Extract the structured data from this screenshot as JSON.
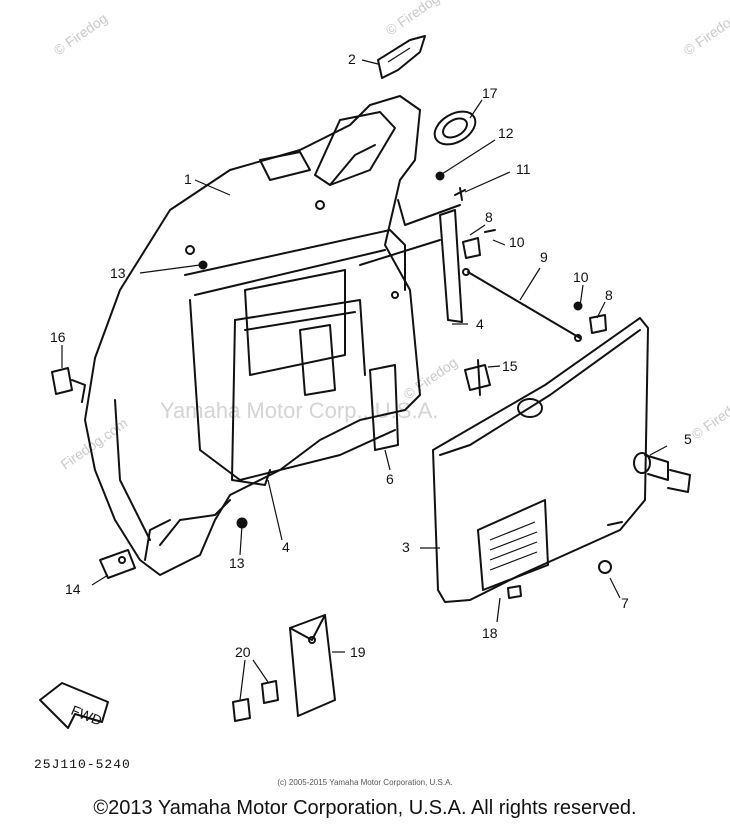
{
  "watermark": {
    "brand": "© Firedog",
    "domain": "Firedog.com",
    "center": "Yamaha Motor Corp., U.S.A."
  },
  "callouts": [
    {
      "id": "1",
      "label": "1"
    },
    {
      "id": "2",
      "label": "2"
    },
    {
      "id": "3",
      "label": "3"
    },
    {
      "id": "4a",
      "label": "4"
    },
    {
      "id": "4b",
      "label": "4"
    },
    {
      "id": "5",
      "label": "5"
    },
    {
      "id": "6",
      "label": "6"
    },
    {
      "id": "7",
      "label": "7"
    },
    {
      "id": "8a",
      "label": "8"
    },
    {
      "id": "8b",
      "label": "8"
    },
    {
      "id": "9",
      "label": "9"
    },
    {
      "id": "10a",
      "label": "10"
    },
    {
      "id": "10b",
      "label": "10"
    },
    {
      "id": "11",
      "label": "11"
    },
    {
      "id": "12",
      "label": "12"
    },
    {
      "id": "13a",
      "label": "13"
    },
    {
      "id": "13b",
      "label": "13"
    },
    {
      "id": "14",
      "label": "14"
    },
    {
      "id": "15",
      "label": "15"
    },
    {
      "id": "16",
      "label": "16"
    },
    {
      "id": "17",
      "label": "17"
    },
    {
      "id": "18",
      "label": "18"
    },
    {
      "id": "19",
      "label": "19"
    },
    {
      "id": "20",
      "label": "20"
    }
  ],
  "arrow_label": "FWD",
  "part_code": "25J110-5240",
  "small_copyright": "(c) 2005-2015 Yamaha Motor Corporation, U.S.A.",
  "footer": "©2013 Yamaha Motor Corporation, U.S.A. All rights reserved."
}
